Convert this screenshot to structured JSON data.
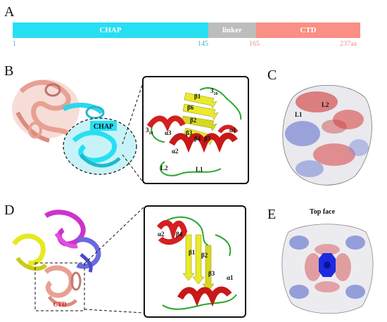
{
  "panels": {
    "A": "A",
    "B": "B",
    "C": "C",
    "D": "D",
    "E": "E"
  },
  "domain_map": {
    "segments": [
      {
        "label": "CHAP",
        "color": "#27dff2"
      },
      {
        "label": "linker",
        "color": "#bdbdbd"
      },
      {
        "label": "CTD",
        "color": "#fa8f85"
      }
    ],
    "positions": [
      "1",
      "145",
      "165",
      "237aa"
    ],
    "position_colors": [
      "#3cb6c8",
      "#3cb6c8",
      "#e89184",
      "#e89184"
    ]
  },
  "panel_b": {
    "chap_tag": "CHAP",
    "labels": {
      "b1": "β1",
      "s310a": "3",
      "s310a_sub": "10",
      "b6": "β6",
      "b2": "β2",
      "s310b": "3",
      "s310b_sub": "10",
      "a3": "α3",
      "b3": "β3",
      "b4": "β4",
      "b5": "β5",
      "a1": "α1",
      "a2": "α2",
      "l2": "L2",
      "l1": "L1"
    }
  },
  "panel_c": {
    "l1": "L1",
    "l2": "L2"
  },
  "panel_d": {
    "ctd_tag": "CTD",
    "labels": {
      "a2": "α2",
      "b4": "β4",
      "b1": "β1",
      "b2": "β2",
      "b3": "β3",
      "a1": "α1"
    }
  },
  "panel_e": {
    "caption": "Top face"
  },
  "colors": {
    "cyan": "#27dff2",
    "salmon": "#e8a092",
    "helix_red": "#d42020",
    "strand_yellow": "#eaea2a",
    "loop_green": "#2aa82a"
  }
}
